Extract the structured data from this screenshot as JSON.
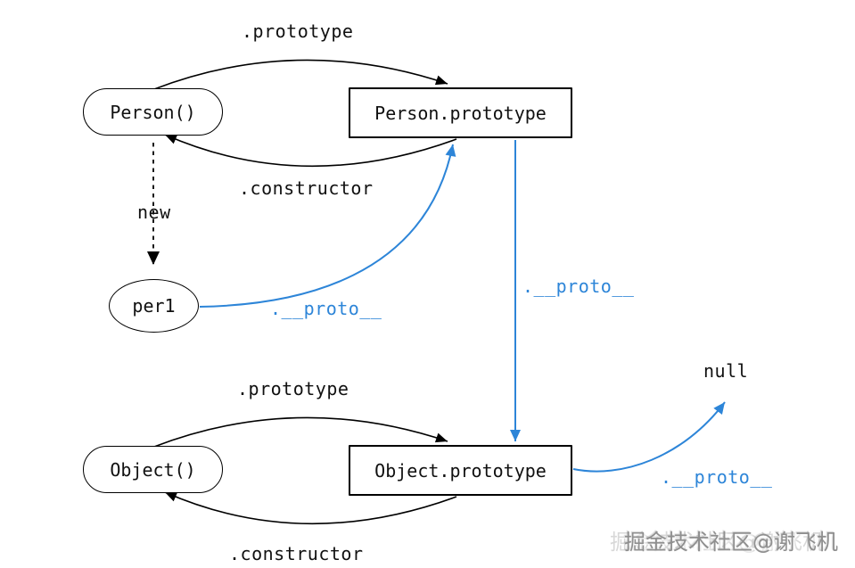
{
  "diagram": {
    "colors": {
      "stroke_black": "#000000",
      "stroke_blue": "#2d85d8",
      "text_black": "#111111",
      "text_blue": "#2d85d8",
      "watermark_gray": "#8f8f8f"
    },
    "nodes": {
      "person_fn": {
        "label": "Person()",
        "shape": "stadium"
      },
      "person_prototype": {
        "label": "Person.prototype",
        "shape": "rect"
      },
      "per1": {
        "label": "per1",
        "shape": "ellipse"
      },
      "object_fn": {
        "label": "Object()",
        "shape": "stadium"
      },
      "object_prototype": {
        "label": "Object.prototype",
        "shape": "rect"
      },
      "null_terminal": {
        "label": "null"
      }
    },
    "edge_labels": {
      "prototype_top": ".prototype",
      "constructor_top": ".constructor",
      "new_keyword": "new",
      "proto_per1": ".__proto__",
      "proto_person_proto": ".__proto__",
      "prototype_bottom": ".prototype",
      "constructor_bottom": ".constructor",
      "proto_object_proto": ".__proto__"
    },
    "watermark": "掘金技术社区@谢飞机"
  }
}
